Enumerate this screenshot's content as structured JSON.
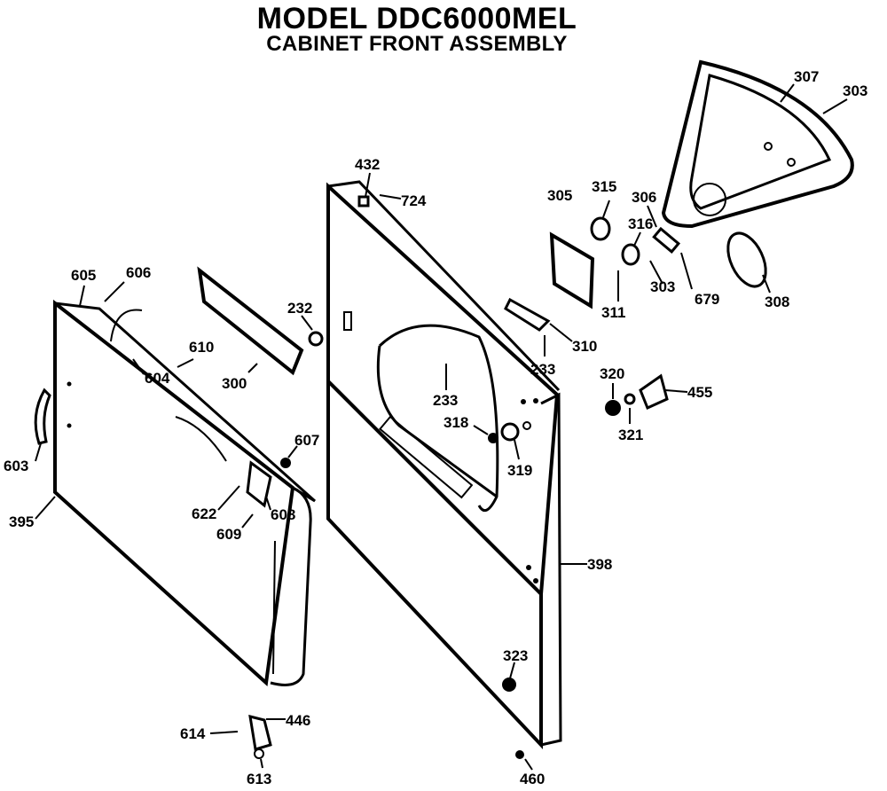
{
  "title": {
    "model": "MODEL DDC6000MEL",
    "assembly": "CABINET FRONT ASSEMBLY"
  },
  "parts": {
    "p307": "307",
    "p303a": "303",
    "p432": "432",
    "p724": "724",
    "p305": "305",
    "p315": "315",
    "p306": "306",
    "p316": "316",
    "p303b": "303",
    "p679": "679",
    "p308": "308",
    "p311": "311",
    "p605": "605",
    "p606": "606",
    "p232": "232",
    "p610": "610",
    "p604": "604",
    "p300": "300",
    "p310": "310",
    "p233a": "233",
    "p320": "320",
    "p455": "455",
    "p233b": "233",
    "p318": "318",
    "p321": "321",
    "p319": "319",
    "p603": "603",
    "p607": "607",
    "p622": "622",
    "p608": "608",
    "p609": "609",
    "p395": "395",
    "p398": "398",
    "p323": "323",
    "p446": "446",
    "p614": "614",
    "p613": "613",
    "p460": "460"
  }
}
